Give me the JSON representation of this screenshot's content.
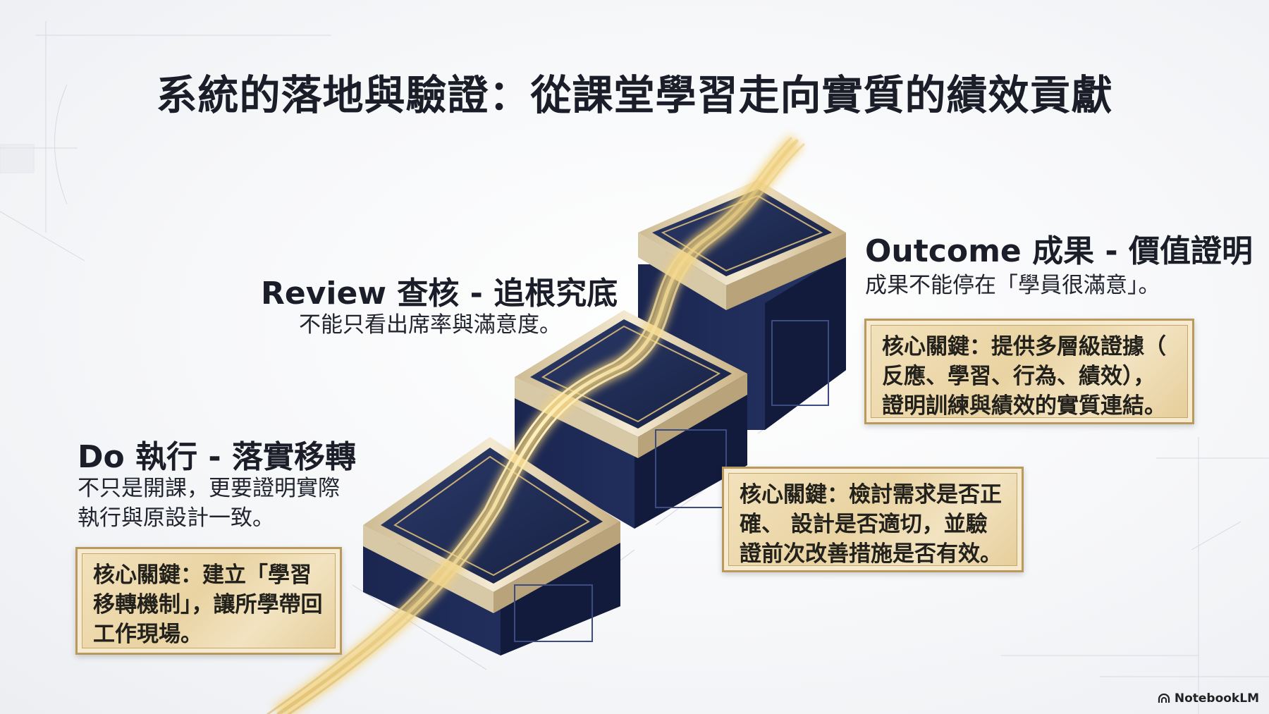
{
  "title": "系統的落地與驗證：從課堂學習走向實質的績效貢獻",
  "steps": {
    "do": {
      "heading": "Do 執行 - 落實移轉",
      "desc_lines": [
        "不只是開課，更要證明實際",
        "執行與原設計一致。"
      ],
      "key_lines": [
        "核心關鍵：建立「學習",
        "移轉機制」，讓所學帶回",
        "工作現場。"
      ]
    },
    "review": {
      "heading": "Review 查核 - 追根究底",
      "desc_lines": [
        "不能只看出席率與滿意度。"
      ],
      "key_lines": [
        "核心關鍵：檢討需求是否正",
        "確、 設計是否適切，並驗",
        "證前次改善措施是否有效。"
      ]
    },
    "outcome": {
      "heading": "Outcome 成果 - 價值證明",
      "desc_lines": [
        "成果不能停在「學員很滿意」。"
      ],
      "key_lines": [
        "核心關鍵：提供多層級證據（",
        "反應、學習、行為、績效），",
        "證明訓練與績效的實質連結。"
      ]
    }
  },
  "brand": {
    "label": "NotebookLM"
  },
  "colors": {
    "navy": "#1e2a52",
    "gold": "#d9c08a",
    "glow": "#f2d98c"
  },
  "icons": {
    "brand": "notebooklm-logo-icon"
  }
}
